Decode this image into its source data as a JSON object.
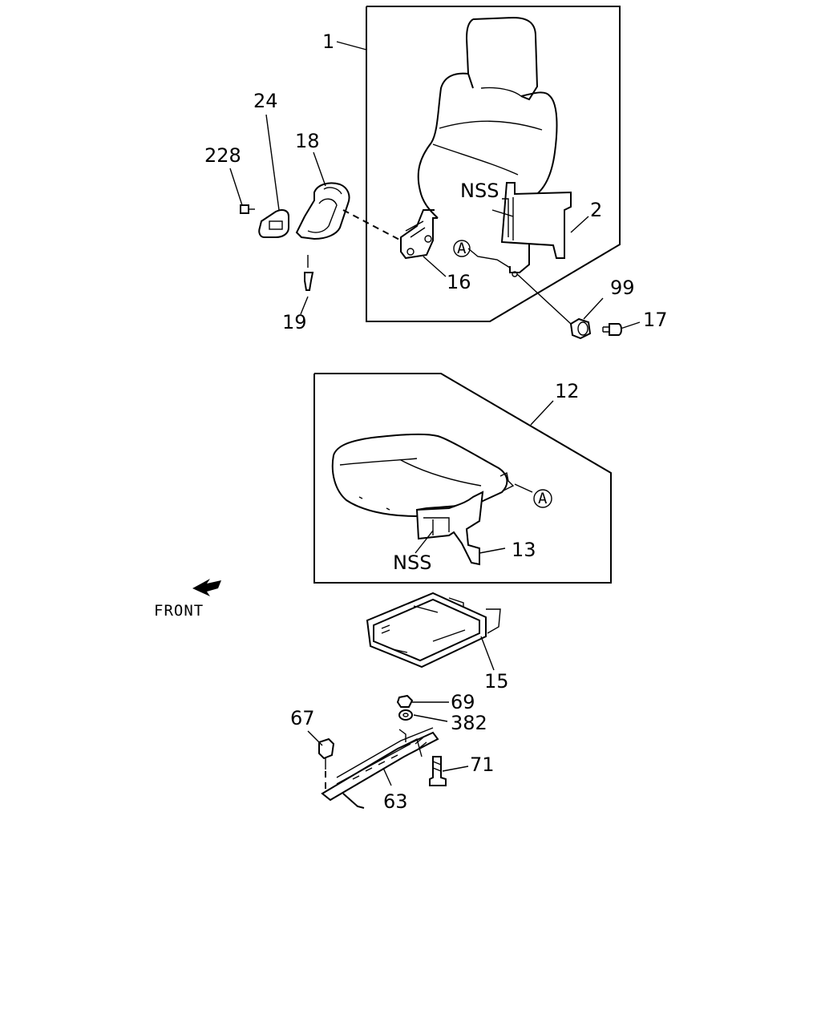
{
  "labels": {
    "p1": "1",
    "p2": "2",
    "p12": "12",
    "p13": "13",
    "p15": "15",
    "p16": "16",
    "p17": "17",
    "p18": "18",
    "p19": "19",
    "p24": "24",
    "p63": "63",
    "p67": "67",
    "p69": "69",
    "p71": "71",
    "p99": "99",
    "p228": "228",
    "p382": "382",
    "nss_top": "NSS",
    "nss_bottom": "NSS",
    "ref_a_top": "A",
    "ref_a_bottom": "A",
    "front": "FRONT"
  }
}
